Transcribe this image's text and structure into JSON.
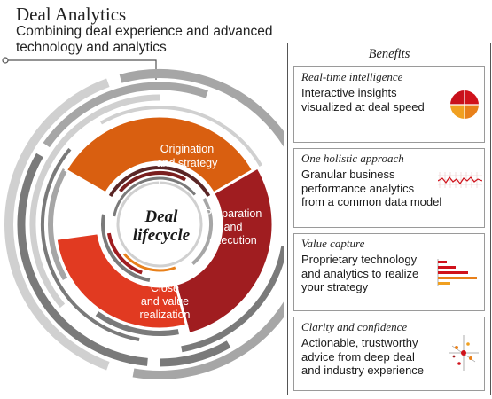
{
  "header": {
    "title": "Deal Analytics",
    "subtitle": "Combining deal experience and advanced technology and analytics"
  },
  "diagram": {
    "center_label_line1": "Deal",
    "center_label_line2": "lifecycle",
    "segments": [
      {
        "line1": "Origination",
        "line2": "and strategy",
        "line3": "",
        "color": "#d95f10"
      },
      {
        "line1": "Preparation",
        "line2": "and",
        "line3": "execution",
        "color": "#a01d20"
      },
      {
        "line1": "Close",
        "line2": "and value",
        "line3": "realization",
        "color": "#e13a21"
      }
    ],
    "colors": {
      "ring_dark": "#7a7a7a",
      "ring_mid": "#a6a6a6",
      "ring_light": "#d0d0d0"
    }
  },
  "benefits": {
    "title": "Benefits",
    "items": [
      {
        "heading": "Real-time intelligence",
        "body": [
          "Interactive insights",
          "visualized at deal speed"
        ],
        "icon": "pie-chart-icon"
      },
      {
        "heading": "One holistic approach",
        "body": [
          "Granular business",
          "performance analytics",
          "from a common data model"
        ],
        "icon": "line-chart-icon"
      },
      {
        "heading": "Value capture",
        "body": [
          "Proprietary technology",
          "and analytics to realize",
          "your strategy"
        ],
        "icon": "bar-chart-icon"
      },
      {
        "heading": "Clarity and confidence",
        "body": [
          "Actionable, trustworthy",
          "advice from deep deal",
          "and industry experience"
        ],
        "icon": "scatter-plot-icon"
      }
    ]
  }
}
